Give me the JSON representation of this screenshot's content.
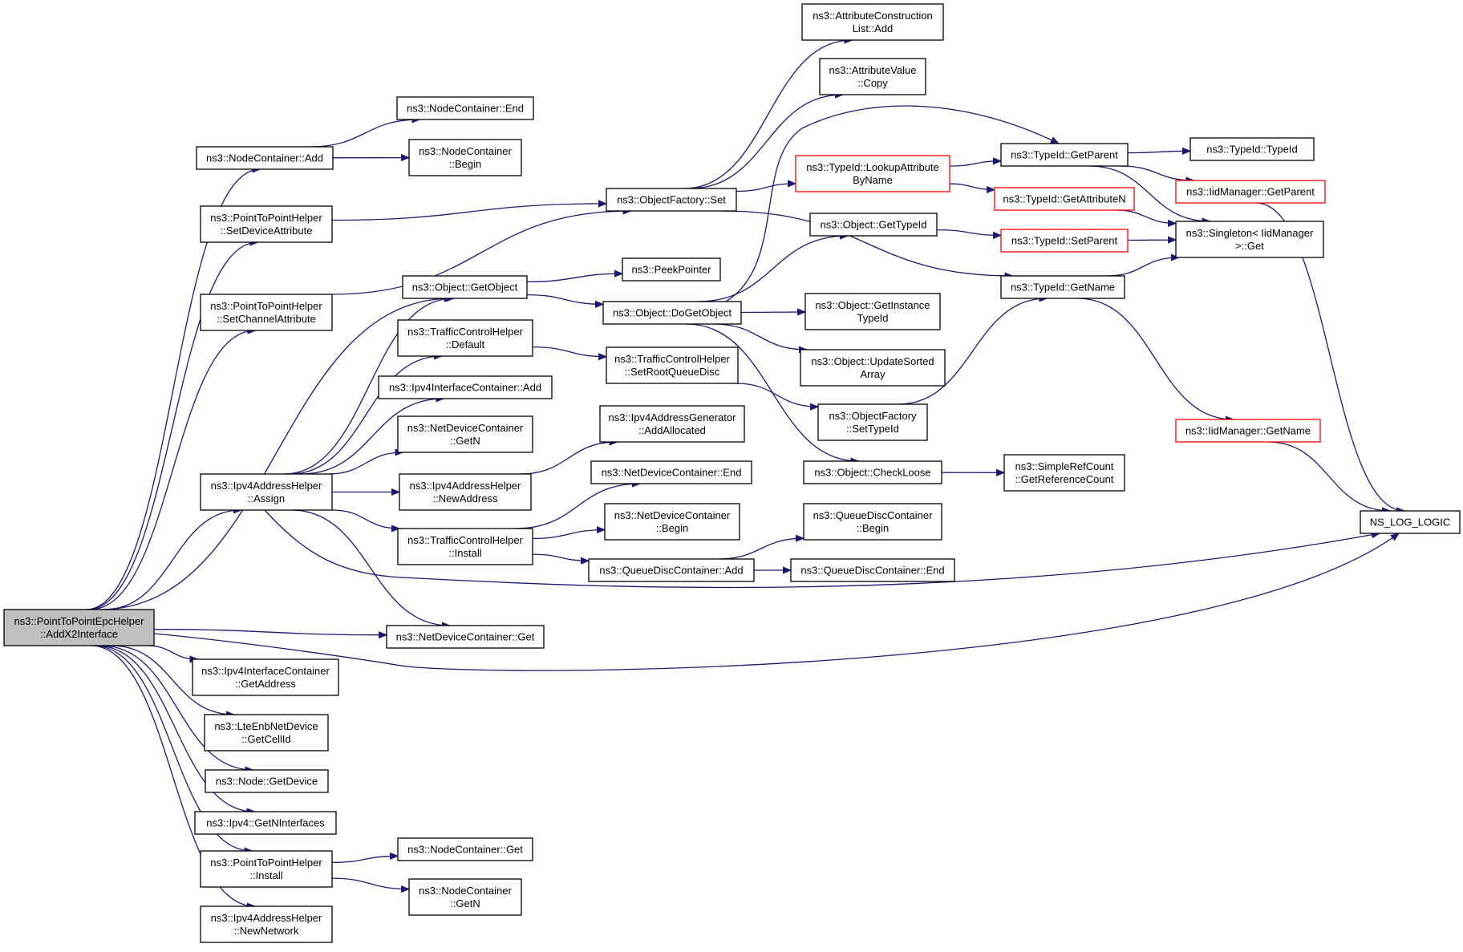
{
  "diagram": {
    "nodes": [
      {
        "id": "root",
        "lines": [
          "ns3::PointToPointEpcHelper",
          "::AddX2Interface"
        ],
        "style": "root"
      },
      {
        "id": "ncAdd",
        "lines": [
          "ns3::NodeContainer::Add"
        ]
      },
      {
        "id": "p2pSetDev",
        "lines": [
          "ns3::PointToPointHelper",
          "::SetDeviceAttribute"
        ]
      },
      {
        "id": "p2pSetChan",
        "lines": [
          "ns3::PointToPointHelper",
          "::SetChannelAttribute"
        ]
      },
      {
        "id": "ipv4Assign",
        "lines": [
          "ns3::Ipv4AddressHelper",
          "::Assign"
        ]
      },
      {
        "id": "ipv4icGetAddr",
        "lines": [
          "ns3::Ipv4InterfaceContainer",
          "::GetAddress"
        ]
      },
      {
        "id": "lteGetCellId",
        "lines": [
          "ns3::LteEnbNetDevice",
          "::GetCellId"
        ]
      },
      {
        "id": "nodeGetDevice",
        "lines": [
          "ns3::Node::GetDevice"
        ]
      },
      {
        "id": "ipv4GetNIf",
        "lines": [
          "ns3::Ipv4::GetNInterfaces"
        ]
      },
      {
        "id": "p2pInstall",
        "lines": [
          "ns3::PointToPointHelper",
          "::Install"
        ]
      },
      {
        "id": "ipv4NewNet",
        "lines": [
          "ns3::Ipv4AddressHelper",
          "::NewNetwork"
        ]
      },
      {
        "id": "ncEnd",
        "lines": [
          "ns3::NodeContainer::End"
        ]
      },
      {
        "id": "ncBegin",
        "lines": [
          "ns3::NodeContainer",
          "::Begin"
        ]
      },
      {
        "id": "objGetObject",
        "lines": [
          "ns3::Object::GetObject"
        ]
      },
      {
        "id": "tchDefault",
        "lines": [
          "ns3::TrafficControlHelper",
          "::Default"
        ]
      },
      {
        "id": "ipv4icAdd",
        "lines": [
          "ns3::Ipv4InterfaceContainer::Add"
        ]
      },
      {
        "id": "ndcGetN",
        "lines": [
          "ns3::NetDeviceContainer",
          "::GetN"
        ]
      },
      {
        "id": "ipv4NewAddr",
        "lines": [
          "ns3::Ipv4AddressHelper",
          "::NewAddress"
        ]
      },
      {
        "id": "tchInstall",
        "lines": [
          "ns3::TrafficControlHelper",
          "::Install"
        ]
      },
      {
        "id": "ndcGet",
        "lines": [
          "ns3::NetDeviceContainer::Get"
        ]
      },
      {
        "id": "ncGet",
        "lines": [
          "ns3::NodeContainer::Get"
        ]
      },
      {
        "id": "ncGetN",
        "lines": [
          "ns3::NodeContainer",
          "::GetN"
        ]
      },
      {
        "id": "ofSet",
        "lines": [
          "ns3::ObjectFactory::Set"
        ]
      },
      {
        "id": "peekPtr",
        "lines": [
          "ns3::PeekPointer"
        ]
      },
      {
        "id": "objDoGet",
        "lines": [
          "ns3::Object::DoGetObject"
        ]
      },
      {
        "id": "tchSetRoot",
        "lines": [
          "ns3::TrafficControlHelper",
          "::SetRootQueueDisc"
        ]
      },
      {
        "id": "ipv4GenAlloc",
        "lines": [
          "ns3::Ipv4AddressGenerator",
          "::AddAllocated"
        ]
      },
      {
        "id": "ndcEnd",
        "lines": [
          "ns3::NetDeviceContainer::End"
        ]
      },
      {
        "id": "ndcBegin",
        "lines": [
          "ns3::NetDeviceContainer",
          "::Begin"
        ]
      },
      {
        "id": "qdcAdd",
        "lines": [
          "ns3::QueueDiscContainer::Add"
        ]
      },
      {
        "id": "aclAdd",
        "lines": [
          "ns3::AttributeConstruction",
          "List::Add"
        ]
      },
      {
        "id": "avCopy",
        "lines": [
          "ns3::AttributeValue",
          "::Copy"
        ]
      },
      {
        "id": "tidLookup",
        "lines": [
          "ns3::TypeId::LookupAttribute",
          "ByName"
        ],
        "style": "red"
      },
      {
        "id": "objGetTypeId",
        "lines": [
          "ns3::Object::GetTypeId"
        ]
      },
      {
        "id": "objGetInst",
        "lines": [
          "ns3::Object::GetInstance",
          "TypeId"
        ]
      },
      {
        "id": "objUpdSorted",
        "lines": [
          "ns3::Object::UpdateSorted",
          "Array"
        ]
      },
      {
        "id": "ofSetTypeId",
        "lines": [
          "ns3::ObjectFactory",
          "::SetTypeId"
        ]
      },
      {
        "id": "objCheckLoose",
        "lines": [
          "ns3::Object::CheckLoose"
        ]
      },
      {
        "id": "qdcBegin",
        "lines": [
          "ns3::QueueDiscContainer",
          "::Begin"
        ]
      },
      {
        "id": "qdcEnd",
        "lines": [
          "ns3::QueueDiscContainer::End"
        ]
      },
      {
        "id": "tidGetParent",
        "lines": [
          "ns3::TypeId::GetParent"
        ]
      },
      {
        "id": "tidGetAttrN",
        "lines": [
          "ns3::TypeId::GetAttributeN"
        ],
        "style": "red"
      },
      {
        "id": "tidSetParent",
        "lines": [
          "ns3::TypeId::SetParent"
        ],
        "style": "red"
      },
      {
        "id": "tidGetName",
        "lines": [
          "ns3::TypeId::GetName"
        ]
      },
      {
        "id": "srcGetRef",
        "lines": [
          "ns3::SimpleRefCount",
          "::GetReferenceCount"
        ]
      },
      {
        "id": "tidTypeId",
        "lines": [
          "ns3::TypeId::TypeId"
        ]
      },
      {
        "id": "iidGetParent",
        "lines": [
          "ns3::IidManager::GetParent"
        ],
        "style": "red"
      },
      {
        "id": "singletonGet",
        "lines": [
          "ns3::Singleton< IidManager",
          ">::Get"
        ]
      },
      {
        "id": "iidGetName",
        "lines": [
          "ns3::IidManager::GetName"
        ],
        "style": "red"
      },
      {
        "id": "nsLogLogic",
        "lines": [
          "NS_LOG_LOGIC"
        ]
      }
    ]
  }
}
